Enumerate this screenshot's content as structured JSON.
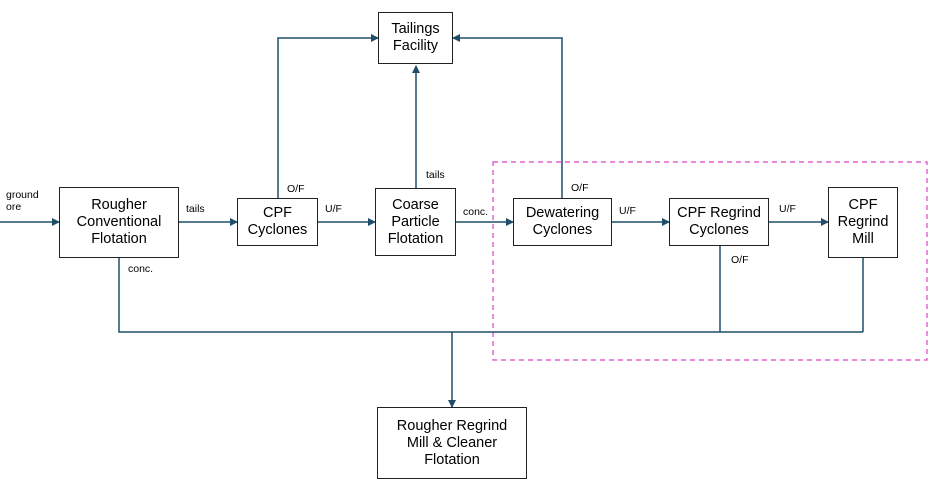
{
  "colors": {
    "arrow": "#1f4e6b",
    "box_border": "#222222",
    "highlight_dash": "#e040c8"
  },
  "nodes": {
    "tailings_facility": "Tailings\nFacility",
    "rougher_conventional_flotation": "Rougher\nConventional\nFlotation",
    "cpf_cyclones": "CPF\nCyclones",
    "coarse_particle_flotation": "Coarse\nParticle\nFlotation",
    "dewatering_cyclones": "Dewatering\nCyclones",
    "cpf_regrind_cyclones": "CPF Regrind\nCyclones",
    "cpf_regrind_mill": "CPF\nRegrind\nMill",
    "rougher_regrind_mill_cleaner": "Rougher Regrind\nMill & Cleaner\nFlotation"
  },
  "labels": {
    "ground_ore": "ground\nore",
    "rougher_tails": "tails",
    "rougher_conc": "conc.",
    "cpf_cyclones_of": "O/F",
    "cpf_cyclones_uf": "U/F",
    "cpf_tails": "tails",
    "cpf_conc": "conc.",
    "dewatering_of": "O/F",
    "dewatering_uf": "U/F",
    "regrind_cyclones_uf": "U/F",
    "regrind_cyclones_of": "O/F"
  }
}
